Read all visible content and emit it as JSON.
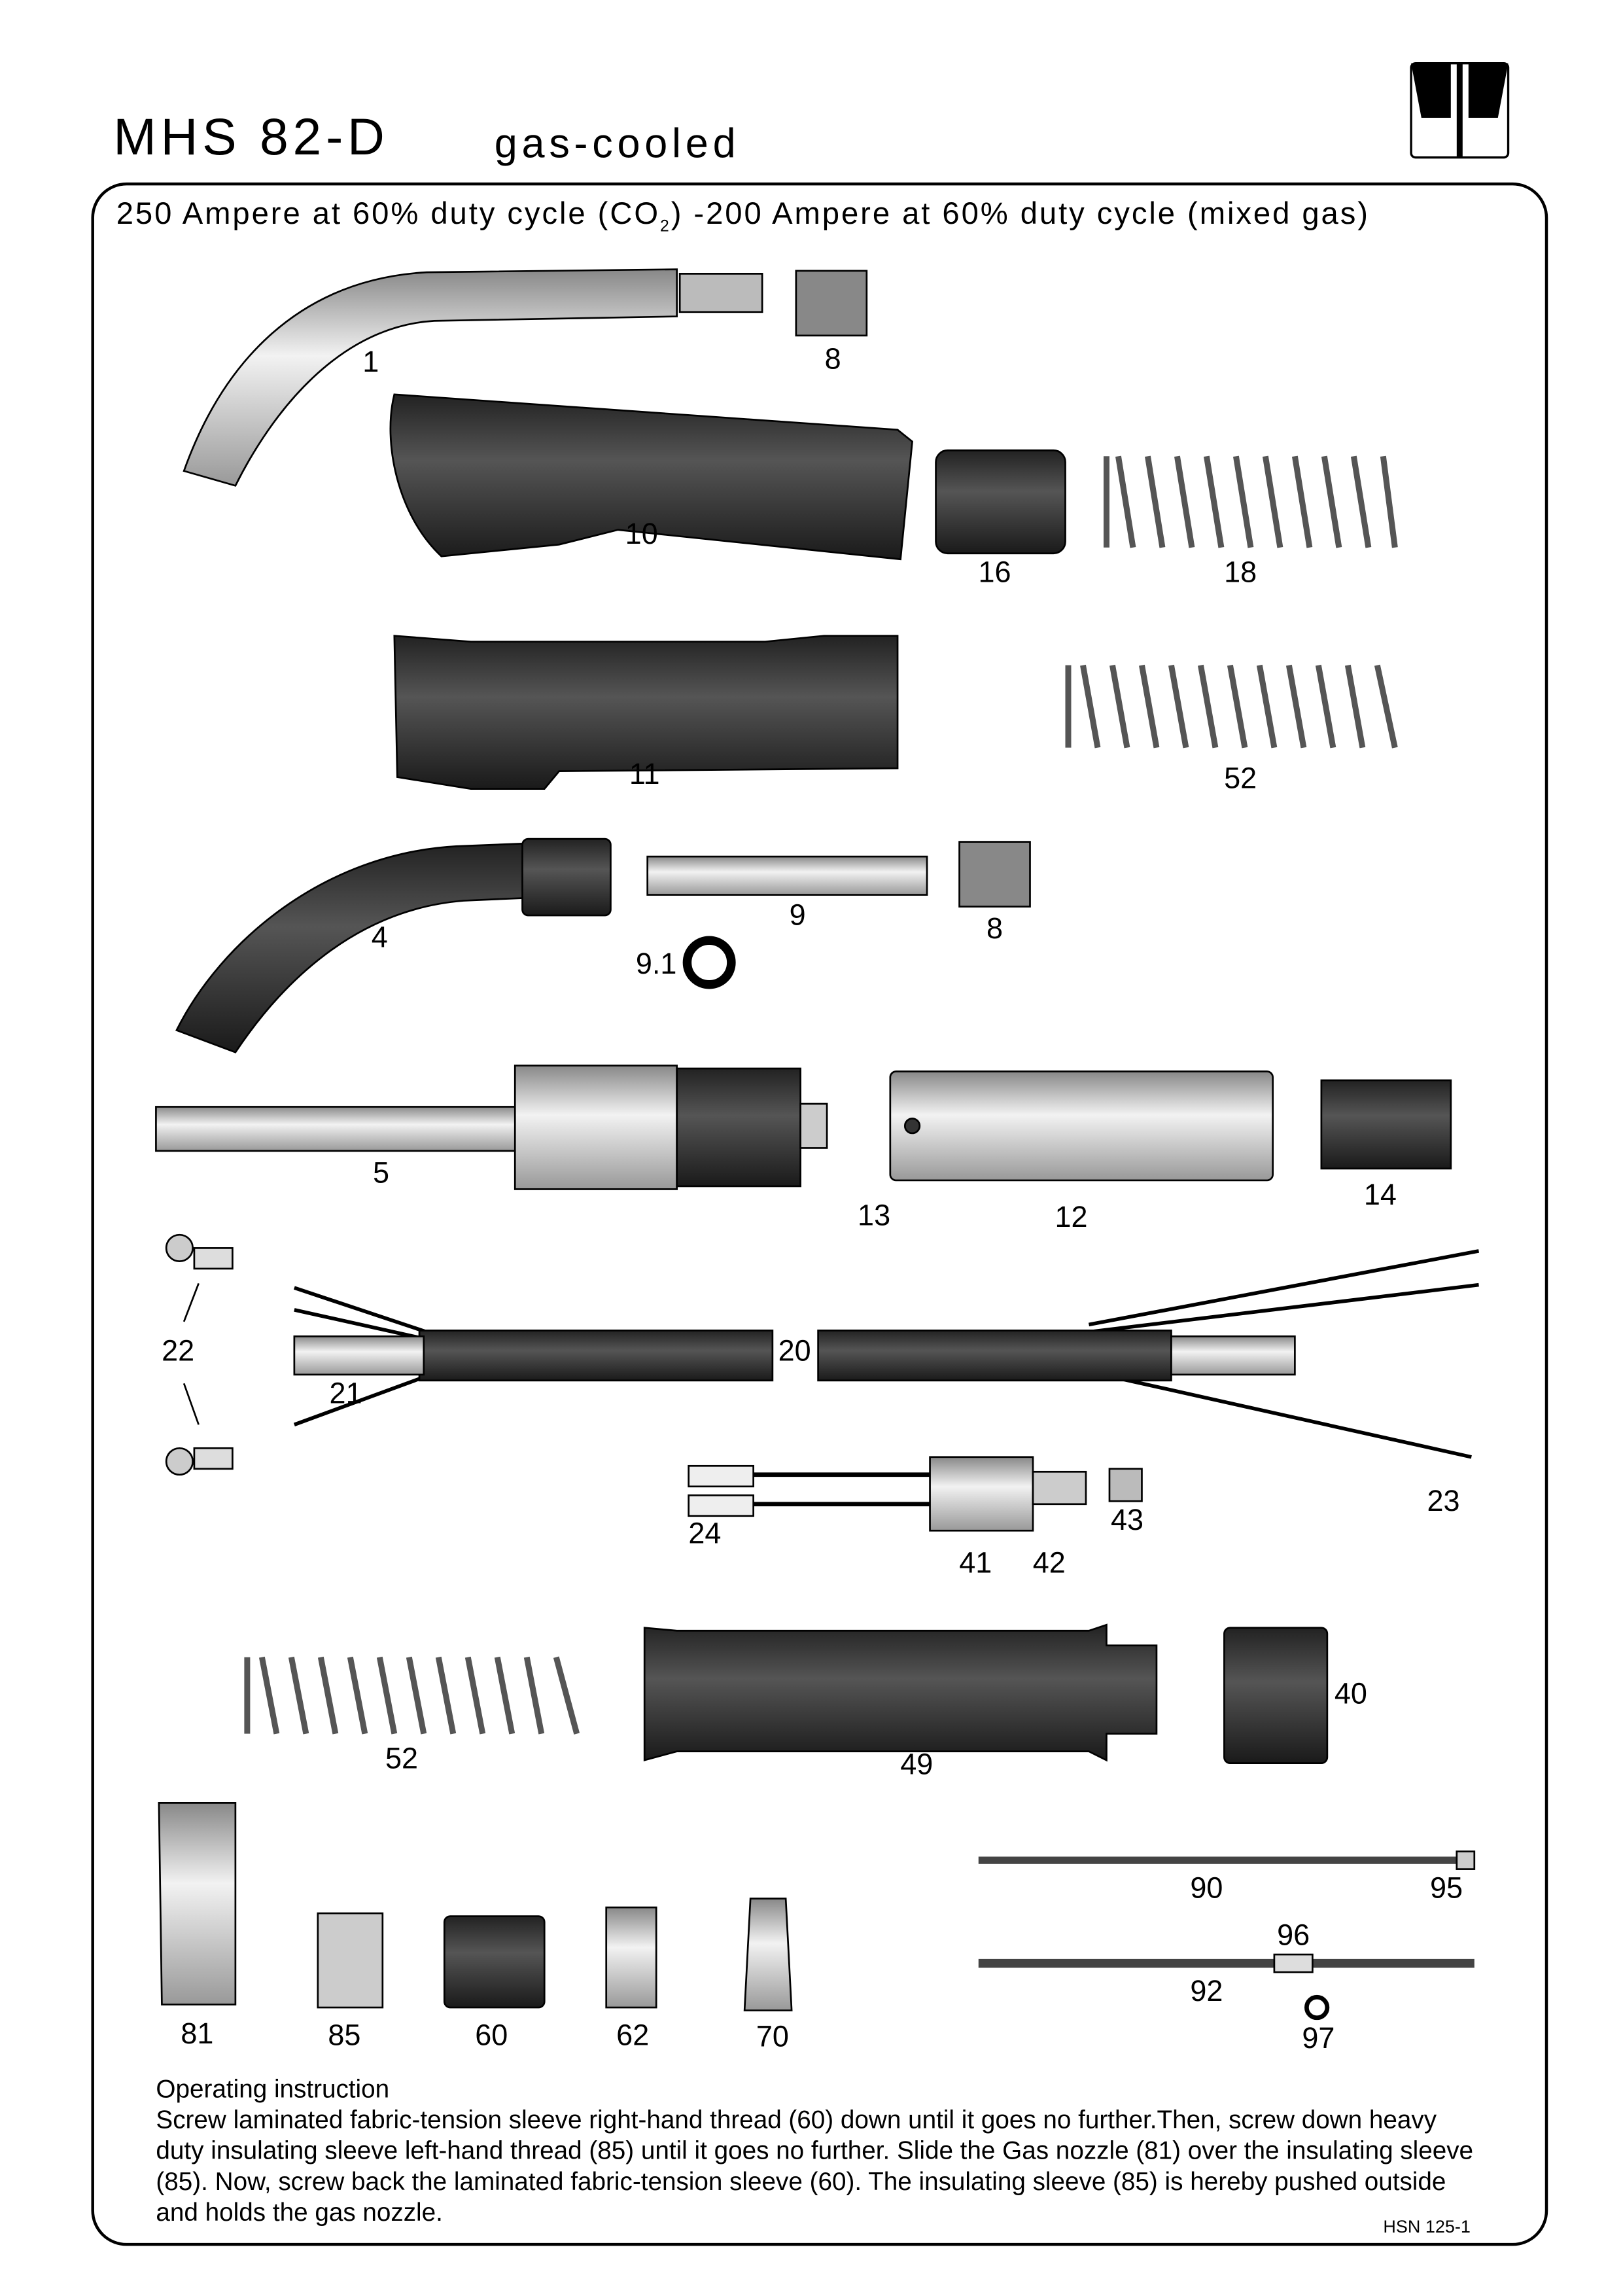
{
  "header": {
    "title": "MHS 82-D",
    "subtitle": "gas-cooled"
  },
  "rating": {
    "text_before": "250 Ampere at 60% duty cycle (CO",
    "subscript": "2",
    "text_after": ") -200 Ampere at 60% duty cycle (mixed gas)"
  },
  "part_labels": {
    "p1": "1",
    "p8a": "8",
    "p10": "10",
    "p16": "16",
    "p18": "18",
    "p11": "11",
    "p52a": "52",
    "p9": "9",
    "p8b": "8",
    "p4": "4",
    "p91": "9.1",
    "p5": "5",
    "p13": "13",
    "p12": "12",
    "p14": "14",
    "p22": "22",
    "p20": "20",
    "p21": "21",
    "p23": "23",
    "p24": "24",
    "p43": "43",
    "p41": "41",
    "p42": "42",
    "p40": "40",
    "p52b": "52",
    "p49": "49",
    "p90": "90",
    "p95": "95",
    "p96": "96",
    "p92": "92",
    "p97": "97",
    "p81": "81",
    "p85": "85",
    "p60": "60",
    "p62": "62",
    "p70": "70"
  },
  "instructions": {
    "heading": "Operating instruction",
    "body": "Screw laminated fabric-tension sleeve right-hand thread (60) down until it goes no further.Then, screw down heavy duty insulating sleeve left-hand thread (85) until it goes no further. Slide the Gas nozzle (81) over the insulating sleeve (85). Now, screw back the laminated fabric-tension sleeve (60). The insulating sleeve (85) is hereby pushed outside and holds the gas nozzle."
  },
  "document_code": "HSN 125-1"
}
